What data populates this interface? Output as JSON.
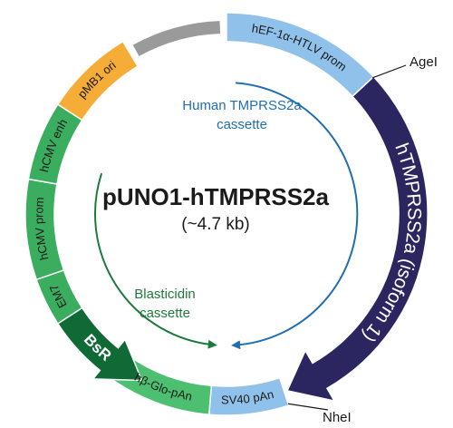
{
  "plasmid": {
    "name": "pUNO1-hTMPRSS2a",
    "size": "(~4.7 kb)"
  },
  "cassettes": {
    "human": {
      "line1": "Human TMPRSS2a",
      "line2": "cassette",
      "color": "#1f6fb2"
    },
    "blasticidin": {
      "line1": "Blasticidin",
      "line2": "cassette",
      "color": "#1e7a3c"
    }
  },
  "segments": {
    "hef1a": {
      "label": "hEF-1α-HTLV prom",
      "color": "#8fc1ea"
    },
    "tmprss2": {
      "label": "hTMPRSS2a (isoform 1)",
      "color": "#2b2660"
    },
    "sv40": {
      "label": "SV40 pAn",
      "color": "#8fc1ea"
    },
    "hbglo": {
      "label": "hβ-Glo-pAn",
      "color": "#4cbf70"
    },
    "bsr": {
      "label": "BsR",
      "color": "#0f6a35"
    },
    "em7": {
      "label": "EM7",
      "color": "#3aad5e"
    },
    "hcmvprom": {
      "label": "hCMV prom",
      "color": "#3aad5e"
    },
    "hcmvenh": {
      "label": "hCMV enh",
      "color": "#3aad5e"
    },
    "pmb1": {
      "label": "pMB1 ori",
      "color": "#f5ad38"
    },
    "backbone": {
      "color": "#9a9a9a"
    }
  },
  "sites": {
    "agei": "AgeI",
    "nhei": "NheI"
  }
}
